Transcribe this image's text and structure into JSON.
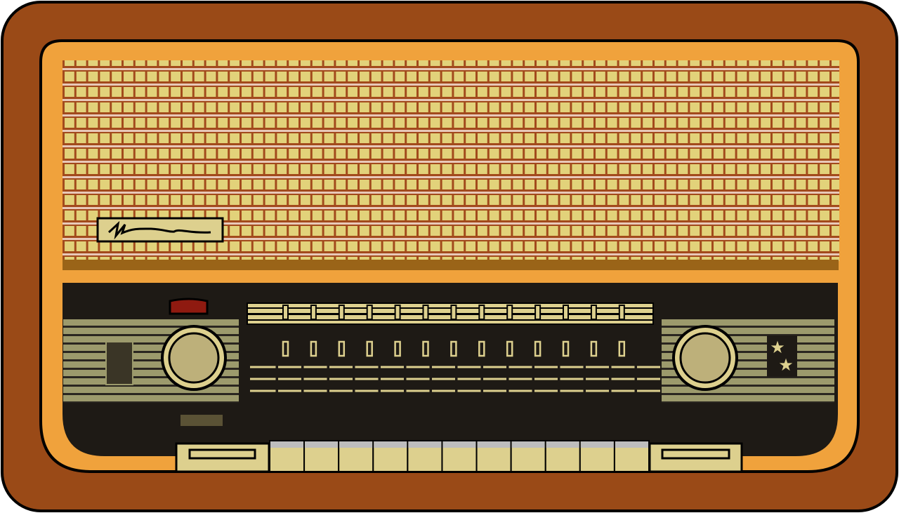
{
  "illustration": {
    "subject": "vintage-radio",
    "colors": {
      "cabinet": "#9a4a17",
      "bezel": "#f0a23c",
      "grille_fill": "#e2d27a",
      "grille_lines": "#a24a1c",
      "grille_stripes": "#e8c8b8",
      "grille_base": "#9a6418",
      "panel": "#1e1a15",
      "control_plate": "#9c9a6c",
      "cream": "#ddd08e",
      "knob_center": "#bdb07a",
      "power_button": "#8f1a10",
      "indicator": "#5a5235",
      "key_top": "#bdbdbd"
    },
    "dial_markers": 13,
    "preset_keys": 11,
    "stars": 2
  }
}
